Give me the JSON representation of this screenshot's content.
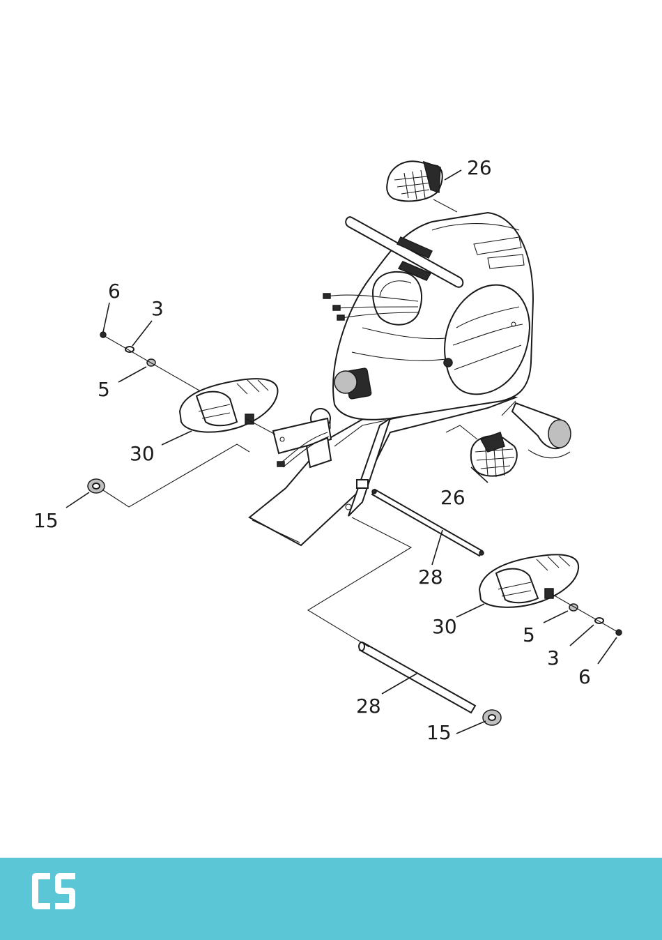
{
  "diagram": {
    "callouts": {
      "c26_top": "26",
      "c26_mid": "26",
      "c6_left": "6",
      "c3_left": "3",
      "c5_left": "5",
      "c30_left": "30",
      "c15_left": "15",
      "c28_upper": "28",
      "c30_right": "30",
      "c5_right": "5",
      "c3_right": "3",
      "c6_right": "6",
      "c28_lower": "28",
      "c15_right": "15"
    }
  },
  "footer": {
    "logo_text": "CS",
    "background_color": "#5bc6d6"
  }
}
